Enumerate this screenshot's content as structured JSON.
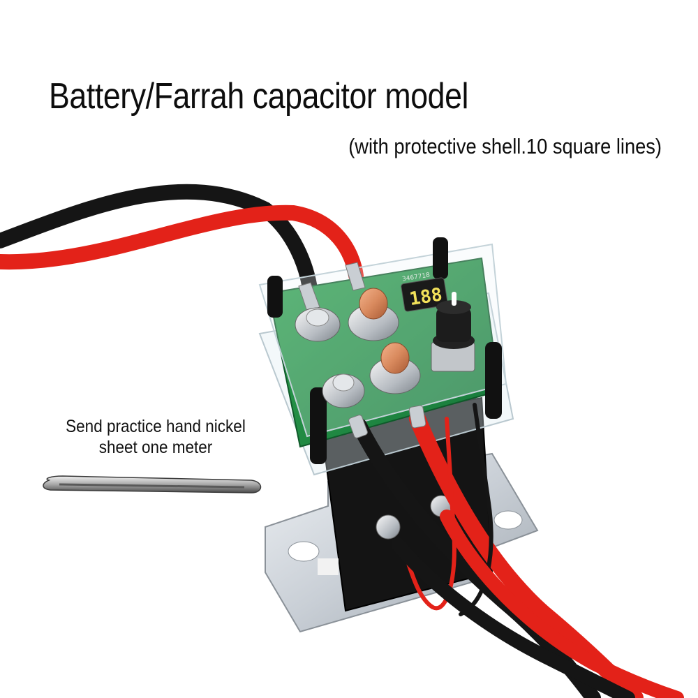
{
  "heading": {
    "title": "Battery/Farrah capacitor model",
    "subtitle": "(with protective shell.10 square lines)"
  },
  "accessory_note": {
    "line1": "Send practice hand nickel",
    "line2": "sheet one meter"
  },
  "pcb": {
    "display_digits": "188",
    "silkscreen_code": "3467718"
  },
  "colors": {
    "background": "#ffffff",
    "text": "#0d0d0d",
    "pcb_green": "#1f8f3e",
    "wire_red": "#e32219",
    "wire_black": "#151515",
    "copper": "#d98a5e",
    "bracket_metal": "#d8dde2",
    "display_amber": "#f2e15a"
  }
}
